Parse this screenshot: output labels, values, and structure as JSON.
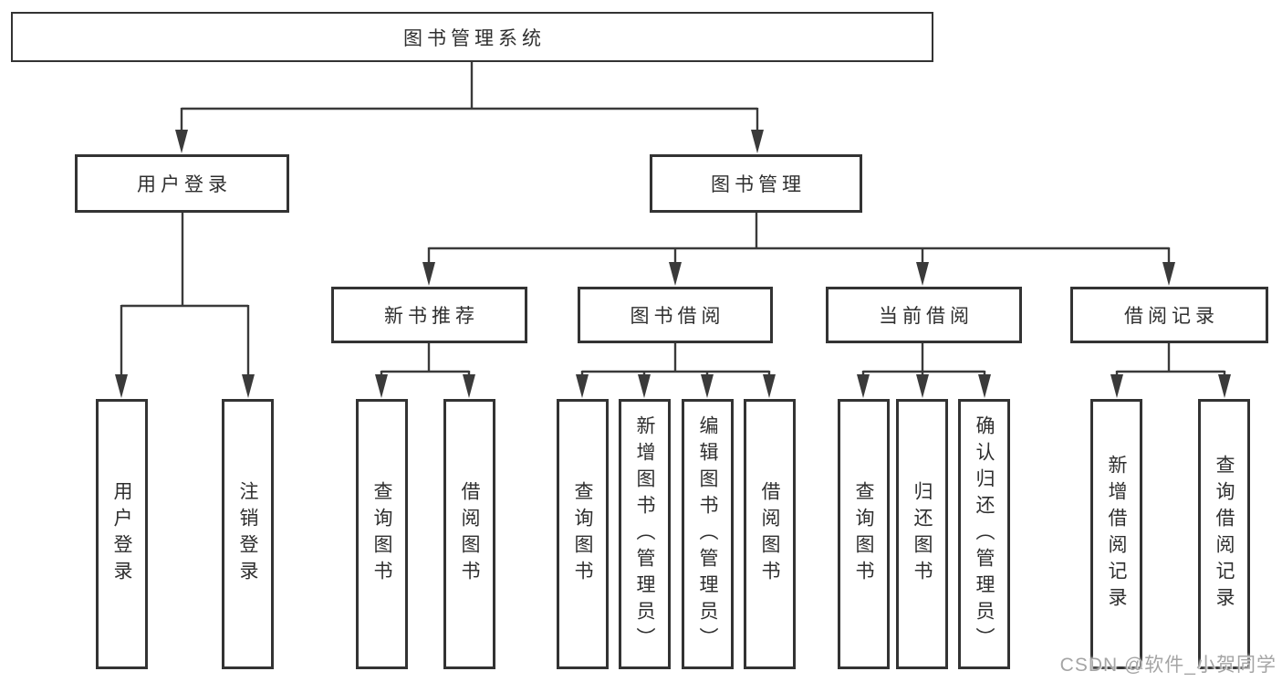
{
  "diagram_title": "图书管理系统",
  "nodes": {
    "root": {
      "label": "图书管理系统"
    },
    "user_login": {
      "label": "用户登录"
    },
    "book_management": {
      "label": "图书管理"
    },
    "new_book_recommend": {
      "label": "新书推荐"
    },
    "book_borrow": {
      "label": "图书借阅"
    },
    "current_borrow": {
      "label": "当前借阅"
    },
    "borrow_record": {
      "label": "借阅记录"
    },
    "user_login_children": [
      "用户登录",
      "注销登录"
    ],
    "new_book_children": [
      "查询图书",
      "借阅图书"
    ],
    "book_borrow_children": [
      "查询图书",
      "新增图书（管理员）",
      "编辑图书（管理员）",
      "借阅图书"
    ],
    "current_borrow_children": [
      "查询图书",
      "归还图书",
      "确认归还（管理员）"
    ],
    "borrow_record_children": [
      "新增借阅记录",
      "查询借阅记录"
    ]
  },
  "watermark": {
    "text": "CSDN @软件_小贺同学"
  },
  "colors": {
    "line": "#3a3a3a",
    "box_border": "#333333",
    "text": "#2f2f2f",
    "watermark": "#a5a5a5",
    "background": "#ffffff"
  }
}
